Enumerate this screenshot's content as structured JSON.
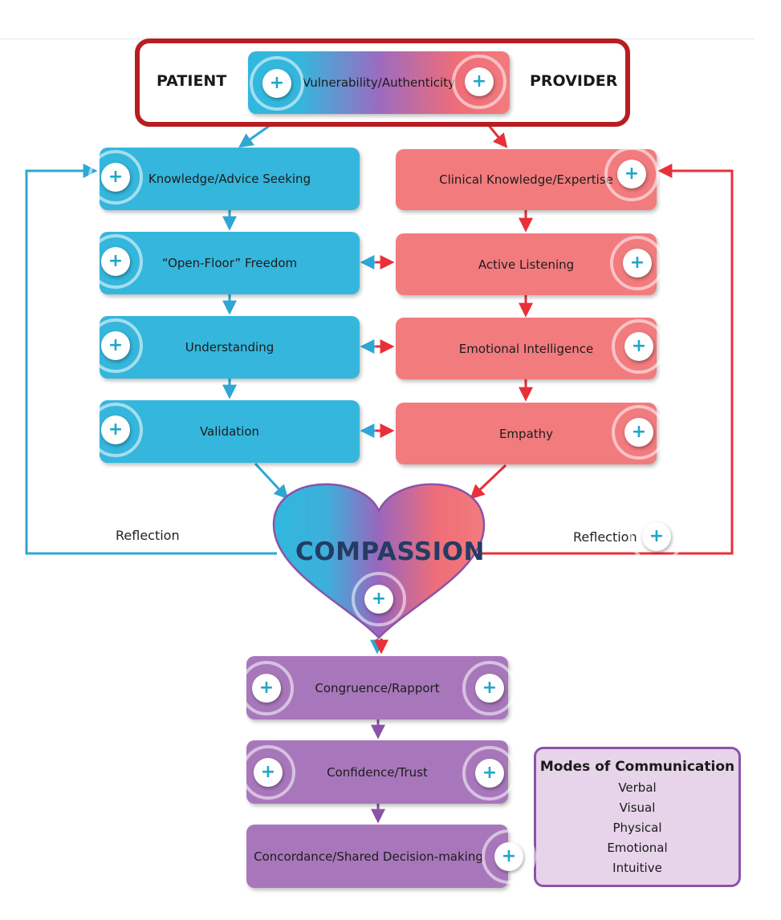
{
  "header": {
    "patient_label": "PATIENT",
    "provider_label": "PROVIDER",
    "center_label": "Vulnerability/Authenticity"
  },
  "patient_column": [
    {
      "label": "Knowledge/Advice Seeking"
    },
    {
      "label": "“Open-Floor” Freedom"
    },
    {
      "label": "Understanding"
    },
    {
      "label": "Validation"
    }
  ],
  "provider_column": [
    {
      "label": "Clinical Knowledge/Expertise"
    },
    {
      "label": "Active Listening"
    },
    {
      "label": "Emotional Intelligence"
    },
    {
      "label": "Empathy"
    }
  ],
  "reflection": {
    "left_label": "Reflection",
    "right_label": "Reflection"
  },
  "heart": {
    "label": "COMPASSION"
  },
  "outcomes": [
    {
      "label": "Congruence/Rapport"
    },
    {
      "label": "Confidence/Trust"
    },
    {
      "label": "Concordance/Shared Decision-making"
    }
  ],
  "modes": {
    "title": "Modes of Communication",
    "items": [
      "Verbal",
      "Visual",
      "Physical",
      "Emotional",
      "Intuitive"
    ]
  },
  "hotspot_symbol": "+",
  "colors": {
    "patient_blue": "#35b6dc",
    "provider_red": "#f27b7e",
    "outcome_purple": "#a877bb",
    "header_border": "#b81d22",
    "compassion_text": "#243c63",
    "hotspot_plus": "#1fa6c9"
  }
}
